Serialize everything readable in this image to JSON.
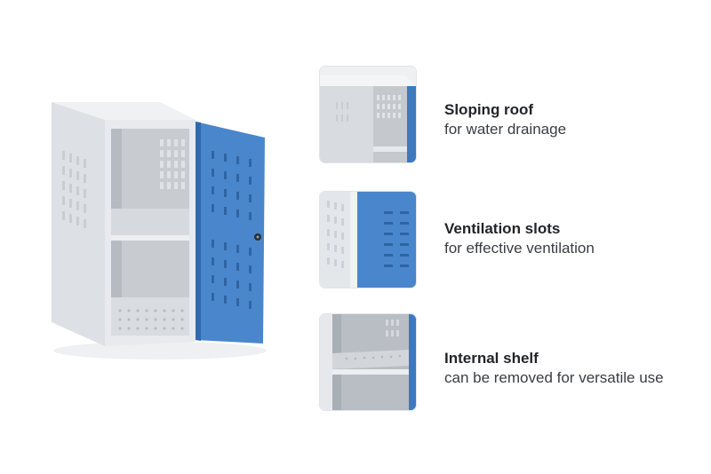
{
  "colors": {
    "cabinet_body": "#e4e6e9",
    "door_blue": "#4a86cc",
    "text_dark": "#222428"
  },
  "features": [
    {
      "title": "Sloping roof",
      "description": "for water drainage"
    },
    {
      "title": "Ventilation slots",
      "description": "for effective ventilation"
    },
    {
      "title": "Internal shelf",
      "description": "can be removed for versatile use"
    }
  ]
}
